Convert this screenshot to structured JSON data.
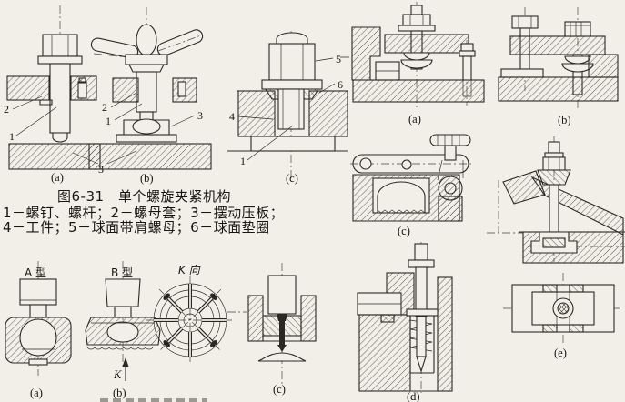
{
  "palette": {
    "paper": "#f2efe8",
    "ink": "#2b2823"
  },
  "fig631": {
    "title": "图6-31　单个螺旋夹紧机构",
    "legend1": "1－螺钉、螺杆；2－螺母套；3－摆动压板；",
    "legend2": "4－工件；5－球面带肩螺母；6－球面垫圈",
    "label_a": "(a)",
    "label_b": "(b)",
    "label_c": "(c)",
    "n1": "1",
    "n2": "2",
    "n3": "3",
    "n4": "4",
    "n5": "5",
    "n6": "6"
  },
  "variants": {
    "type_a": "A 型",
    "type_b": "B 型",
    "k_view": "K 向",
    "k": "K",
    "label_a": "(a)",
    "label_b": "(b)",
    "label_c": "(c)"
  },
  "rightfig": {
    "label_a": "(a)",
    "label_b": "(b)",
    "label_c": "(c)",
    "label_d": "(d)",
    "label_e": "(e)"
  }
}
